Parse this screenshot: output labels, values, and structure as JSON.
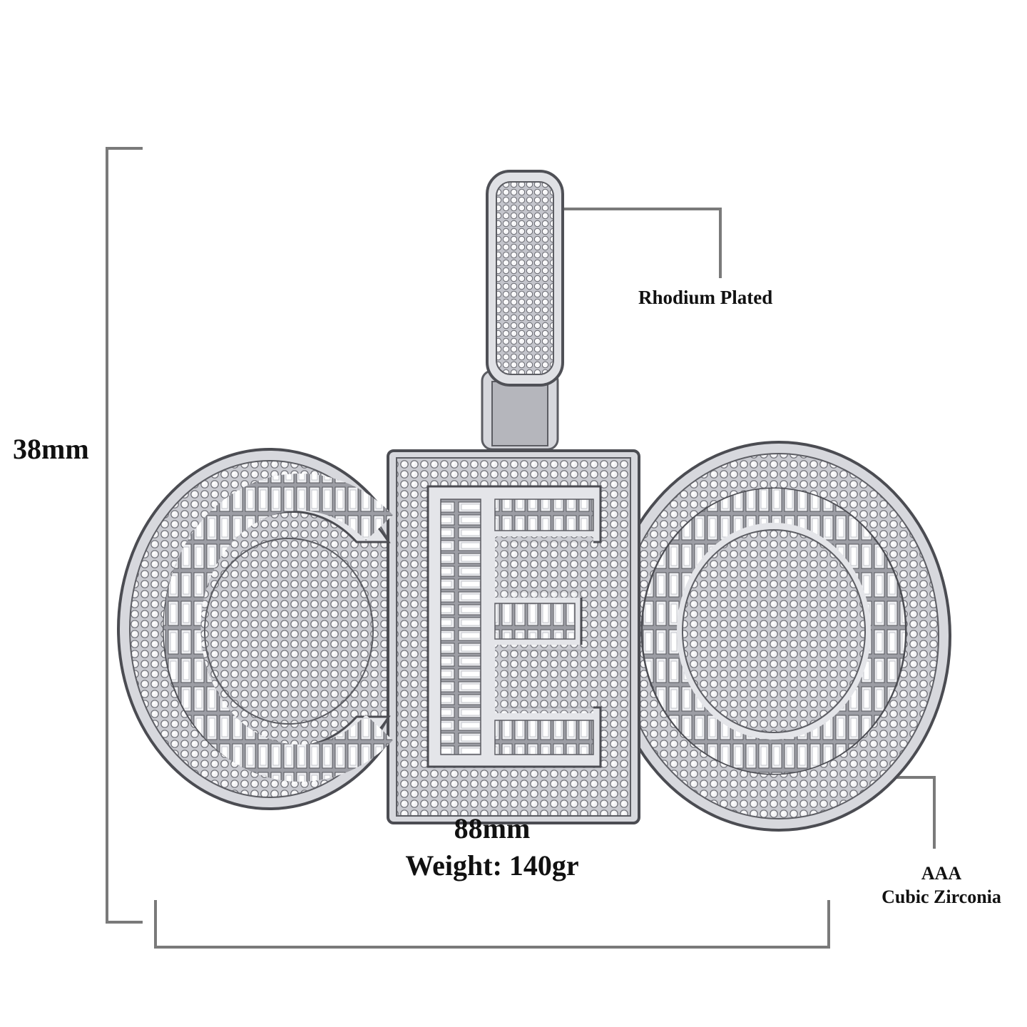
{
  "annotations": {
    "height": "38mm",
    "plating": "Rhodium Plated",
    "stone_grade": "AAA",
    "stone_type": "Cubic Zirconia",
    "width": "88mm",
    "weight": "Weight: 140gr"
  },
  "pendant": {
    "letters": "CEO",
    "metal_color": "#dcdde2",
    "line_color": "#7a7a7a"
  }
}
